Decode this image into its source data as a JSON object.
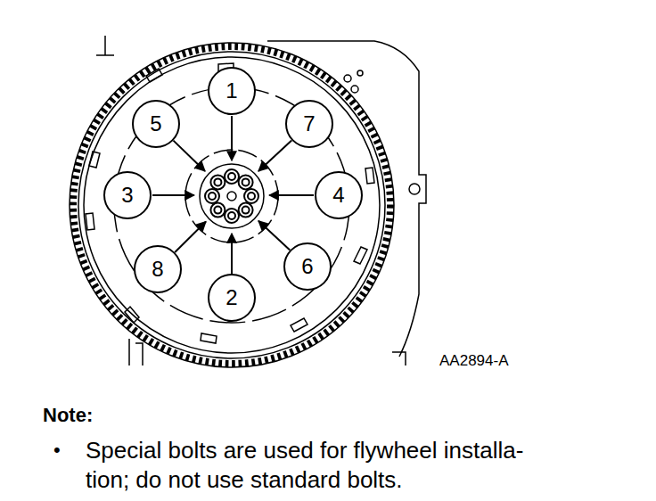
{
  "diagram": {
    "nodes": [
      {
        "text": [
          "1"
        ]
      },
      {
        "text": [
          "5"
        ]
      },
      {
        "text": [
          "7"
        ]
      },
      {
        "text": [
          "3"
        ]
      },
      {
        "text": [
          "4"
        ]
      },
      {
        "text": [
          "8"
        ]
      },
      {
        "text": [
          "6"
        ]
      },
      {
        "text": [
          "2"
        ]
      }
    ],
    "labels": [
      "AA2894-A",
      "Note:",
      "•",
      "Special bolts are used for flywheel installa- tion; do not use standard bolts."
    ]
  }
}
